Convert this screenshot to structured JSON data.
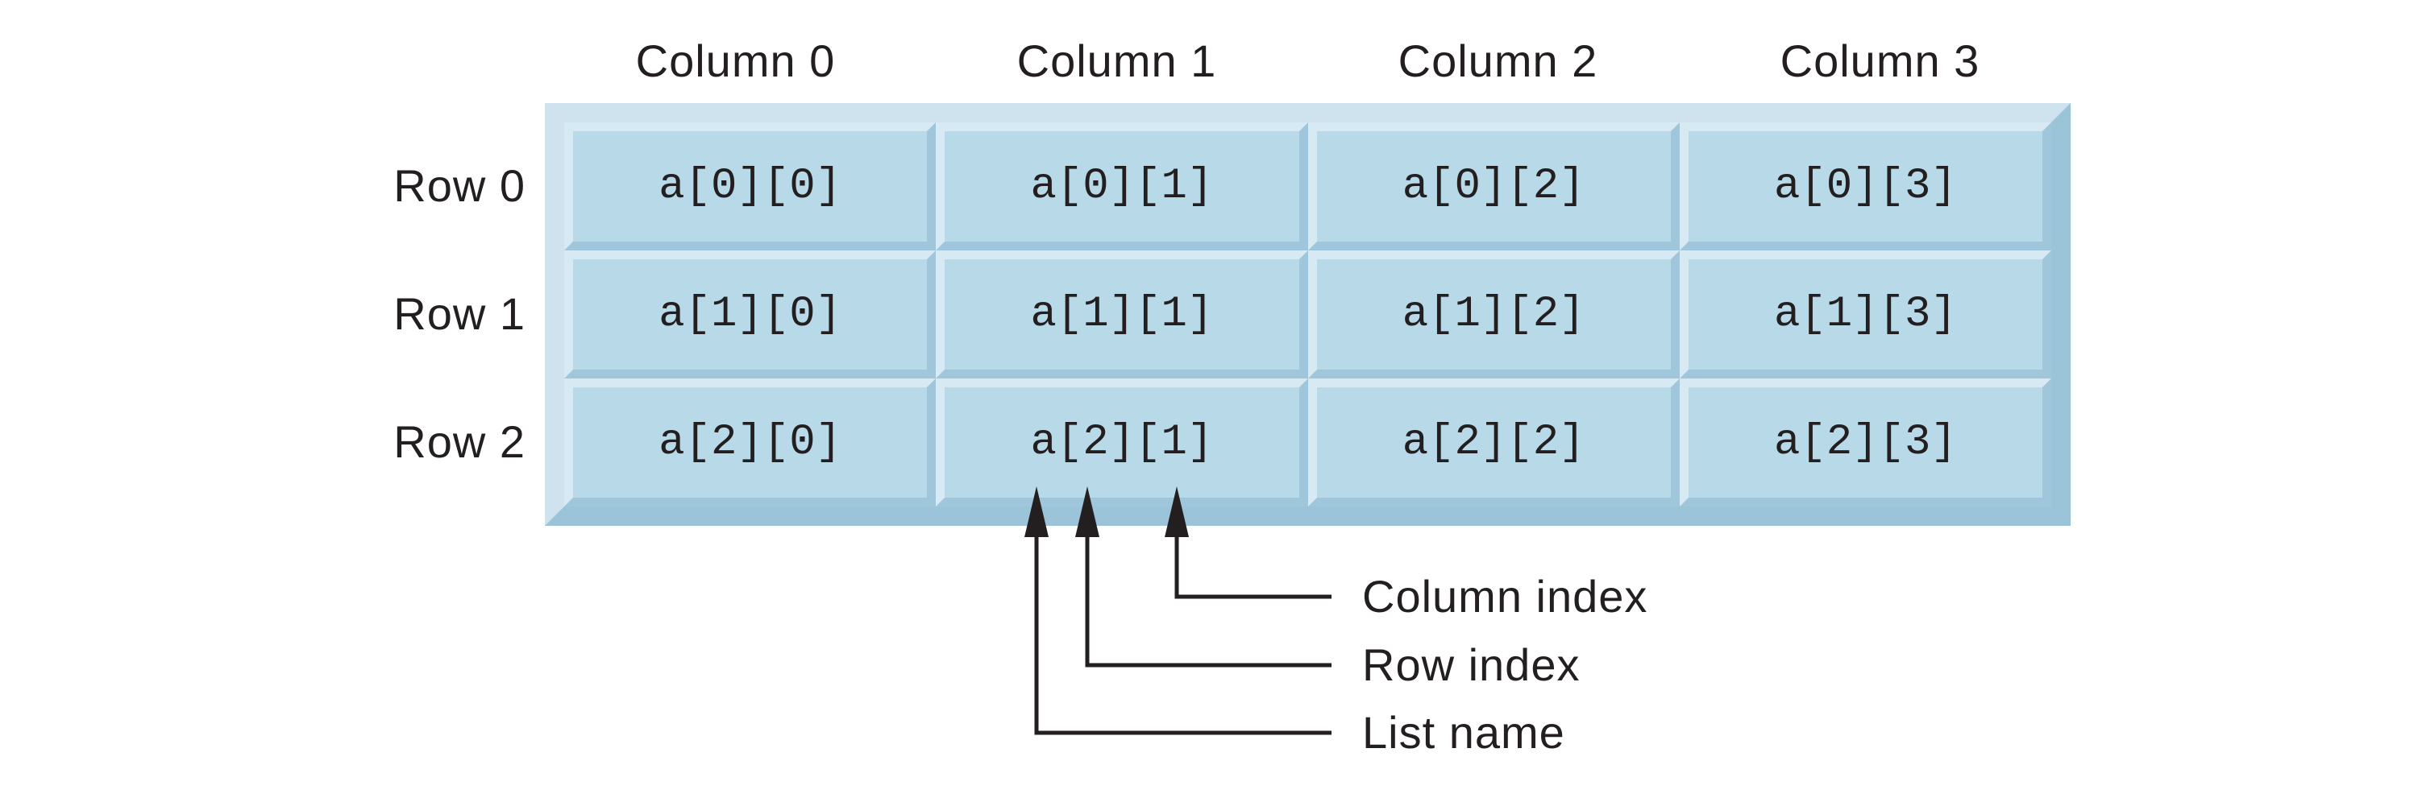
{
  "figure": {
    "column_headers": [
      "Column 0",
      "Column 1",
      "Column 2",
      "Column 3"
    ],
    "row_headers": [
      "Row 0",
      "Row 1",
      "Row 2"
    ],
    "cells": [
      [
        "a[0][0]",
        "a[0][1]",
        "a[0][2]",
        "a[0][3]"
      ],
      [
        "a[1][0]",
        "a[1][1]",
        "a[1][2]",
        "a[1][3]"
      ],
      [
        "a[2][0]",
        "a[2][1]",
        "a[2][2]",
        "a[2][3]"
      ]
    ],
    "annotations": {
      "column_index": "Column index",
      "row_index": "Row index",
      "list_name": "List name"
    },
    "colors": {
      "cell_fill": "#b8d9e8",
      "bevel_light": "#d7e9f3",
      "bevel_dark": "#9fc6da",
      "panel_light": "#cfe3ef",
      "panel_dark": "#9cc4d9",
      "text": "#231f20",
      "background": "#ffffff"
    }
  }
}
